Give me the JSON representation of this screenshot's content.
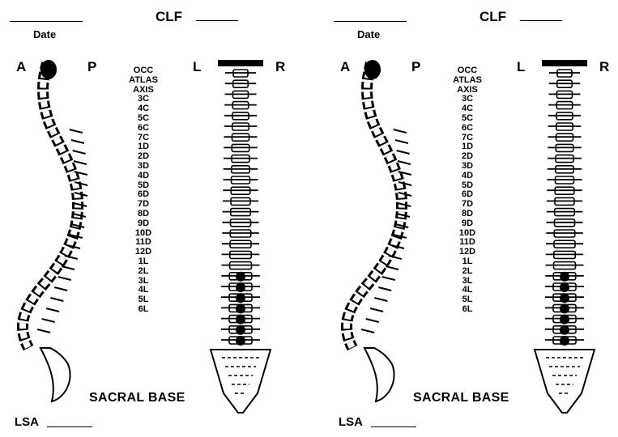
{
  "forms": [
    {
      "date_label": "Date",
      "clf_label": "CLF",
      "side_view": {
        "anterior": "A",
        "posterior": "P"
      },
      "front_view": {
        "left": "L",
        "right": "R"
      },
      "levels": [
        "OCC",
        "ATLAS",
        "AXIS",
        "3C",
        "4C",
        "5C",
        "6C",
        "7C",
        "1D",
        "2D",
        "3D",
        "4D",
        "5D",
        "6D",
        "7D",
        "8D",
        "9D",
        "10D",
        "11D",
        "12D",
        "1L",
        "2L",
        "3L",
        "4L",
        "5L",
        "6L"
      ],
      "sacral_label": "SACRAL BASE",
      "lsa_label": "LSA"
    },
    {
      "date_label": "Date",
      "clf_label": "CLF",
      "side_view": {
        "anterior": "A",
        "posterior": "P"
      },
      "front_view": {
        "left": "L",
        "right": "R"
      },
      "levels": [
        "OCC",
        "ATLAS",
        "AXIS",
        "3C",
        "4C",
        "5C",
        "6C",
        "7C",
        "1D",
        "2D",
        "3D",
        "4D",
        "5D",
        "6D",
        "7D",
        "8D",
        "9D",
        "10D",
        "11D",
        "12D",
        "1L",
        "2L",
        "3L",
        "4L",
        "5L",
        "6L"
      ],
      "sacral_label": "SACRAL BASE",
      "lsa_label": "LSA"
    }
  ]
}
